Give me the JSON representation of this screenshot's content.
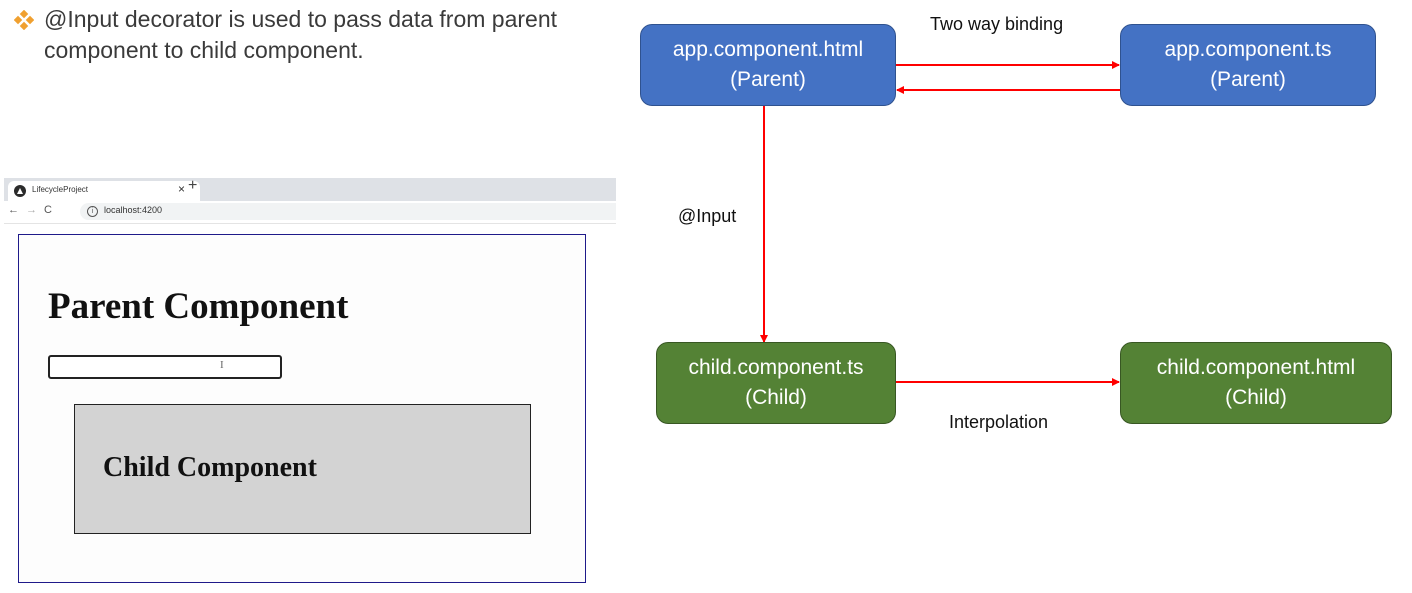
{
  "bullet": {
    "icon": "diamond-bullet-icon",
    "color": "#f0a030",
    "text": "@Input decorator is used to pass data from parent component to child component."
  },
  "browser": {
    "tab_title": "LifecycleProject",
    "tab_close": "×",
    "new_tab": "+",
    "back": "←",
    "forward": "→",
    "reload": "C",
    "info": "i",
    "url": "localhost:4200",
    "page": {
      "parent_heading": "Parent Component",
      "input_value": "",
      "cursor_glyph": "I",
      "child_heading": "Child Component"
    }
  },
  "diagram": {
    "nodes": {
      "app_html": {
        "line1": "app.component.html",
        "line2": "(Parent)",
        "color": "#4472c4"
      },
      "app_ts": {
        "line1": "app.component.ts",
        "line2": "(Parent)",
        "color": "#4472c4"
      },
      "child_ts": {
        "line1": "child.component.ts",
        "line2": "(Child)",
        "color": "#548235"
      },
      "child_html": {
        "line1": "child.component.html",
        "line2": "(Child)",
        "color": "#548235"
      }
    },
    "edge_labels": {
      "two_way": "Two way binding",
      "input": "@Input",
      "interpolation": "Interpolation"
    },
    "edge_color": "#ff0000"
  }
}
